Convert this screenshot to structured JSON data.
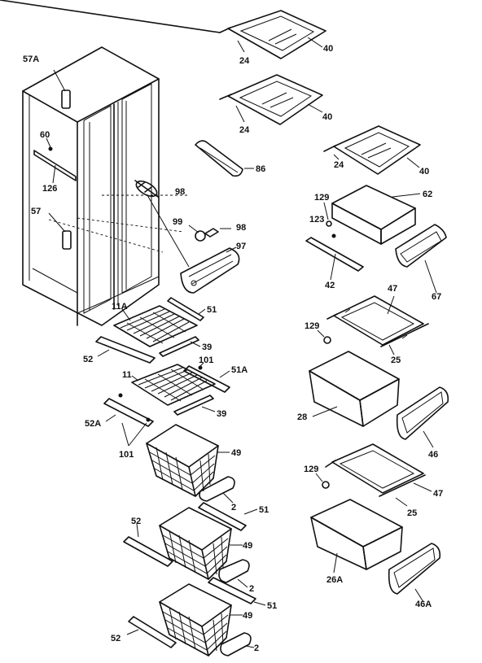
{
  "labels": {
    "l57a": "57A",
    "l60": "60",
    "l126": "126",
    "l57": "57",
    "l98a": "98",
    "l99": "99",
    "l98b": "98",
    "l97": "97",
    "l86": "86",
    "l24a": "24",
    "l40a": "40",
    "l24b": "24",
    "l40b": "40",
    "l24c": "24",
    "l40c": "40",
    "l129a": "129",
    "l62": "62",
    "l123": "123",
    "l42": "42",
    "l67": "67",
    "l11a": "11A",
    "l51a": "51",
    "l52a": "52",
    "l39a": "39",
    "l101a": "101",
    "l51b": "51A",
    "l11": "11",
    "l39b": "39",
    "l52b": "52A",
    "l101b": "101",
    "l49a": "49",
    "l2a": "2",
    "l47a": "47",
    "l129b": "129",
    "l25a": "25",
    "l28": "28",
    "l46": "46",
    "l129c": "129",
    "l47b": "47",
    "l25b": "25",
    "l51c": "51",
    "l52c": "52",
    "l49b": "49",
    "l2b": "2",
    "l26a": "26A",
    "l46a": "46A",
    "l51d": "51",
    "l49c": "49",
    "l52d": "52",
    "l2c": "2"
  }
}
